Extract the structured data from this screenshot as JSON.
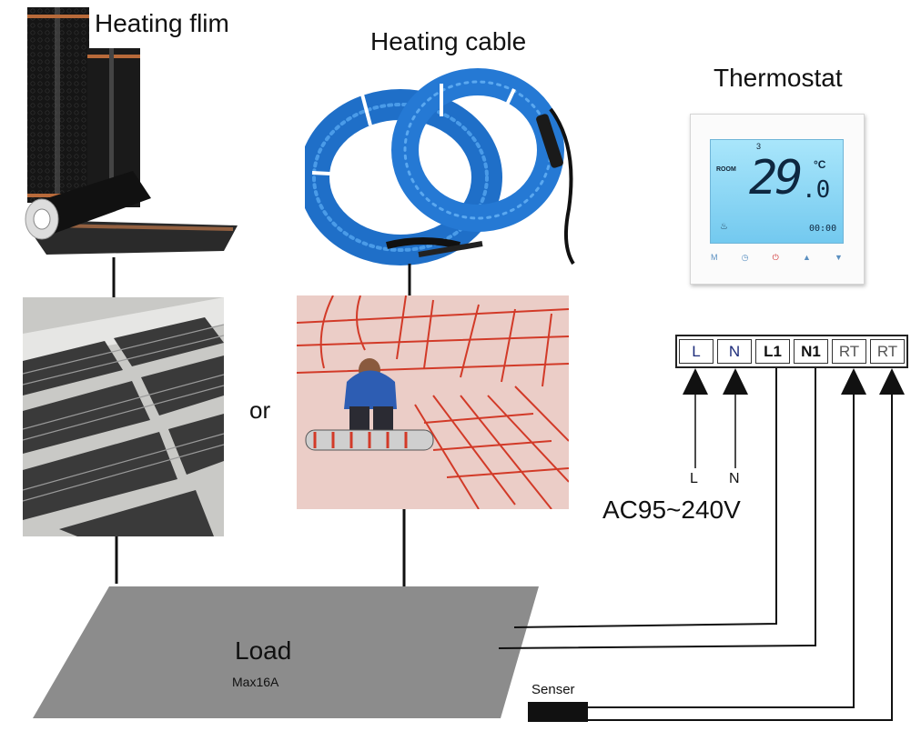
{
  "titles": {
    "heating_film": "Heating flim",
    "heating_cable": "Heating cable",
    "thermostat": "Thermostat"
  },
  "or_label": "or",
  "thermostat_display": {
    "value_main": "29",
    "value_decimal": ".0",
    "unit": "°C",
    "mode_label": "ROOM",
    "clock": "00:00",
    "program": "3",
    "button_icons": [
      "menu-icon",
      "clock-icon",
      "power-icon",
      "up-arrow-icon",
      "down-arrow-icon"
    ],
    "button_labels": [
      "M",
      "◷",
      "⏻",
      "▲",
      "▼"
    ]
  },
  "terminals": [
    {
      "label": "L",
      "color": "blue"
    },
    {
      "label": "N",
      "color": "blue"
    },
    {
      "label": "L1",
      "color": "black"
    },
    {
      "label": "N1",
      "color": "black"
    },
    {
      "label": "RT",
      "color": "gray"
    },
    {
      "label": "RT",
      "color": "gray"
    }
  ],
  "supply": {
    "l_label": "L",
    "n_label": "N",
    "voltage": "AC95~240V"
  },
  "load": {
    "title": "Load",
    "rating": "Max16A"
  },
  "sensor_label": "Senser",
  "colors": {
    "cable_blue": "#2f7fd6",
    "load_gray": "#8c8c8c",
    "display_blue": "#7fd0f2"
  }
}
